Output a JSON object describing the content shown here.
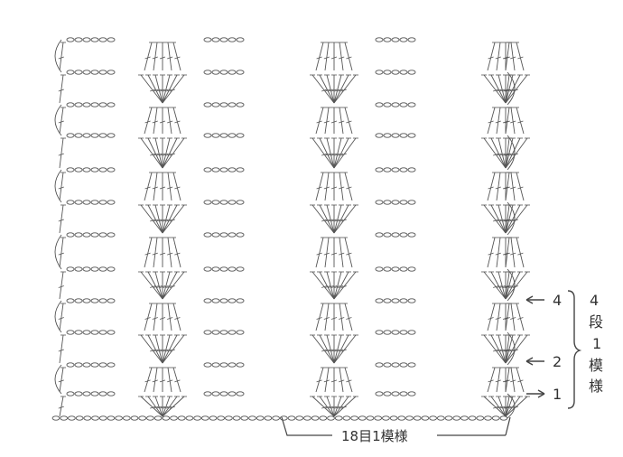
{
  "row_markers": [
    {
      "label": "4"
    },
    {
      "label": "2"
    },
    {
      "label": "1"
    }
  ],
  "repeat_rows_label": [
    "4",
    "段",
    "1",
    "模",
    "様"
  ],
  "repeat_stitches_label": "18目1模様",
  "colors": {
    "ink": "#555555",
    "background": "#ffffff"
  },
  "icons": [
    "chain-stitch",
    "double-crochet-stitch",
    "single-crochet-stitch",
    "turning-arc",
    "arrow-left-icon",
    "arrow-right-icon",
    "brace"
  ]
}
